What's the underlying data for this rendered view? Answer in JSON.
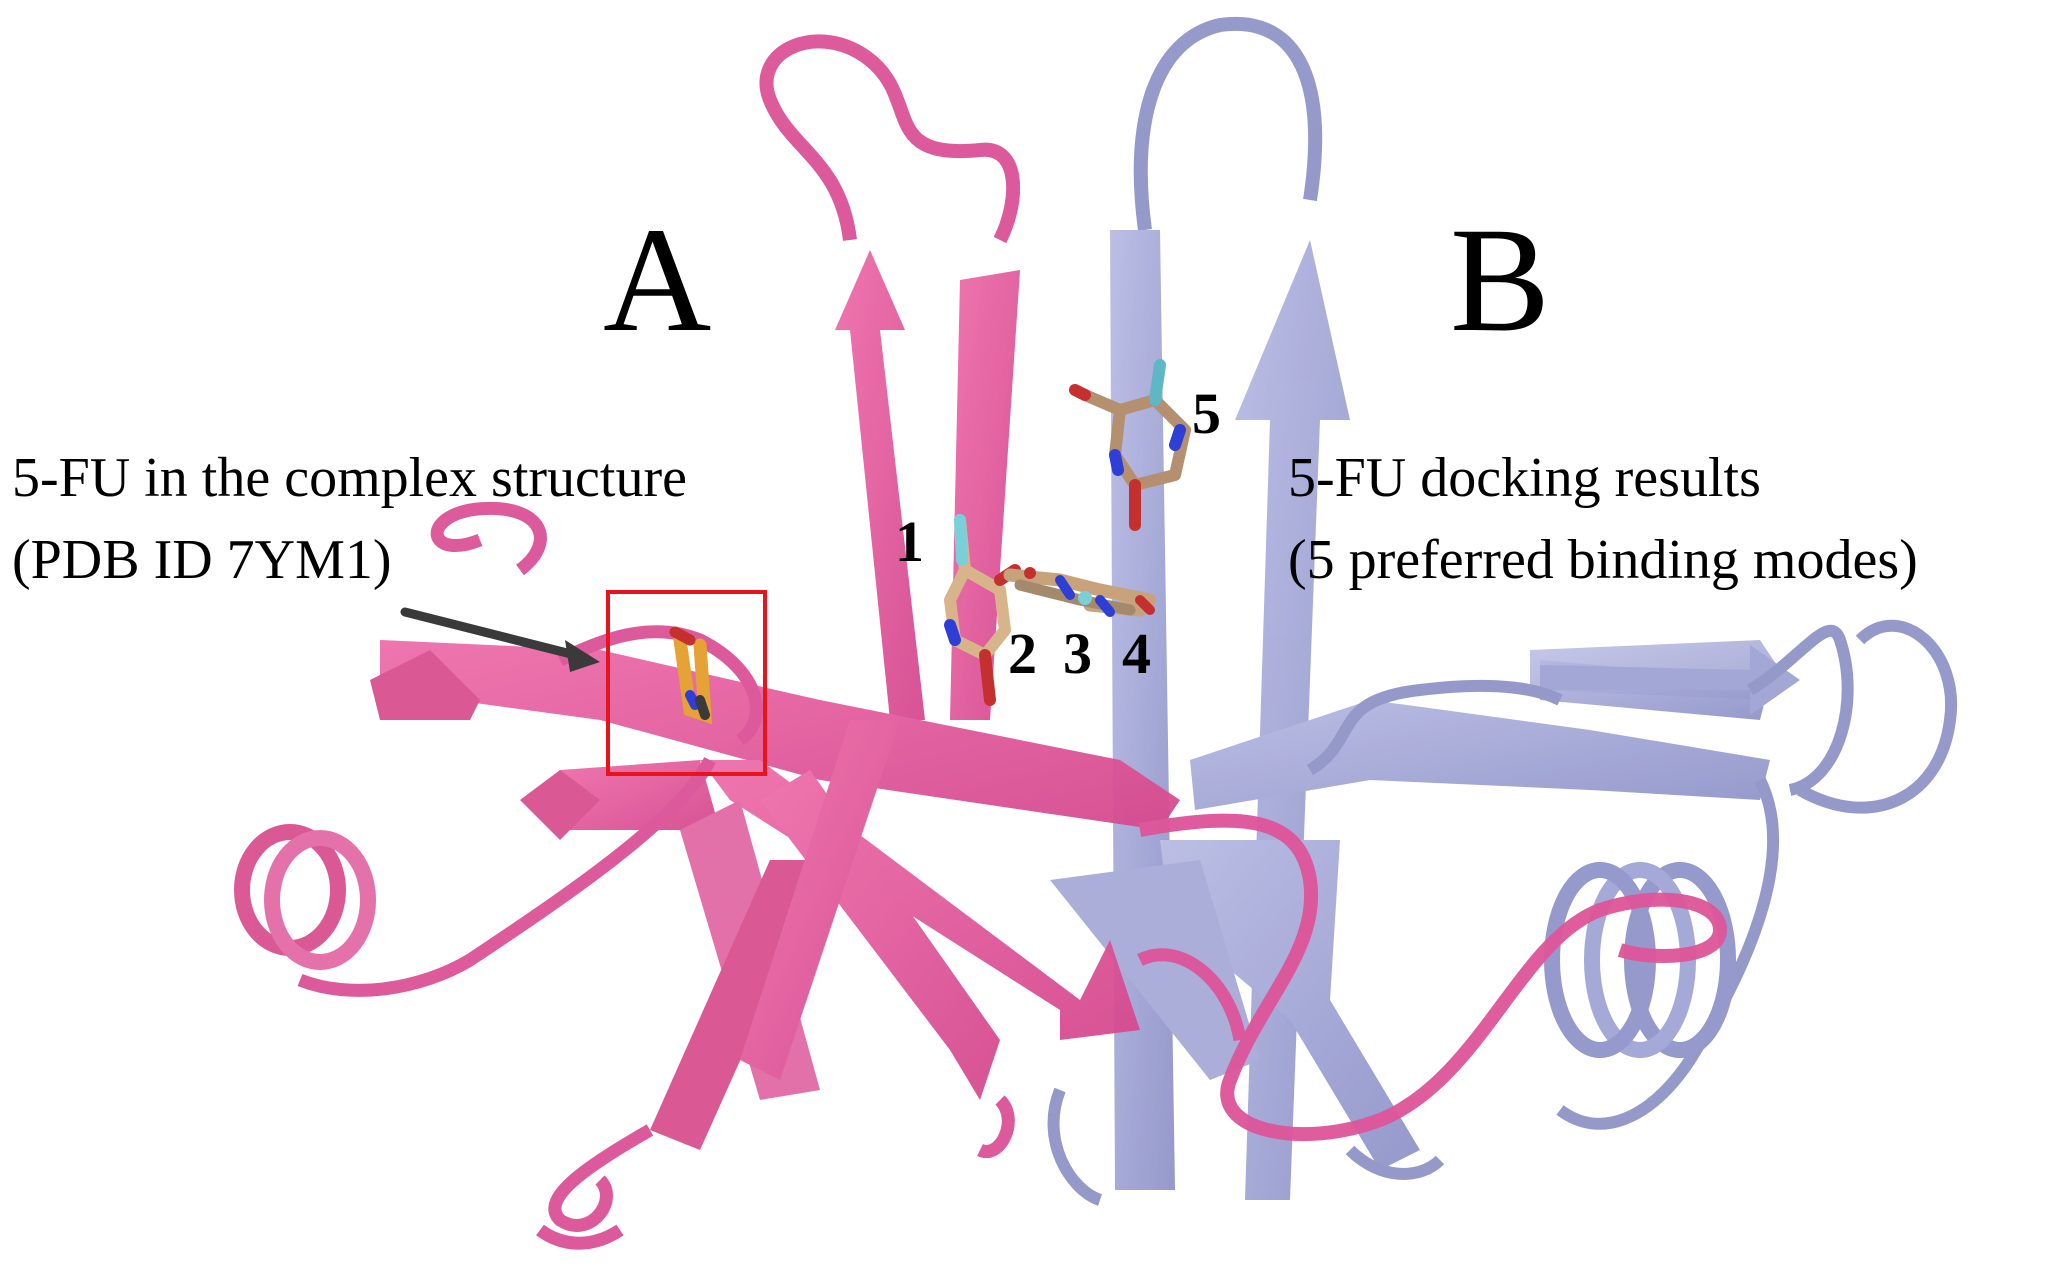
{
  "chains": {
    "a": {
      "label": "A",
      "color": "#e2579c"
    },
    "b": {
      "label": "B",
      "color": "#9ea2d3"
    }
  },
  "complex_caption": {
    "line1": "5-FU in the complex structure",
    "line2": "(PDB ID 7YM1)"
  },
  "docking_caption": {
    "line1": "5-FU docking results",
    "line2": "(5 preferred binding modes)"
  },
  "modes": [
    "1",
    "2",
    "3",
    "4",
    "5"
  ],
  "highlight_color": "#e8141b",
  "arrow_color": "#3a3a3a"
}
